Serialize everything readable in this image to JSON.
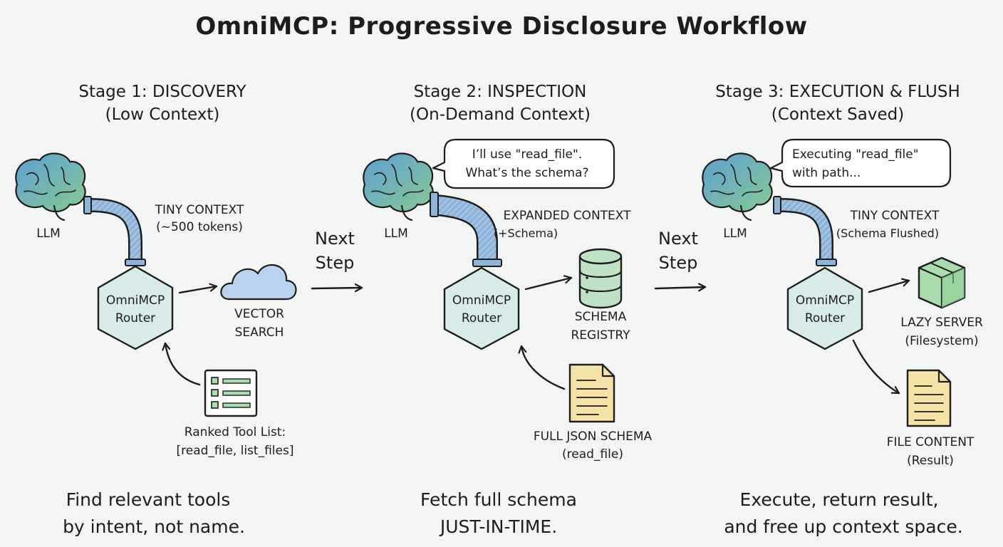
{
  "title": "OmniMCP: Progressive Disclosure Workflow",
  "transitions": [
    {
      "line1": "Next",
      "line2": "Step"
    },
    {
      "line1": "Next",
      "line2": "Step"
    }
  ],
  "stages": [
    {
      "heading": "Stage 1: DISCOVERY",
      "subheading": "(Low Context)",
      "llm_label": "LLM",
      "context_line1": "TINY CONTEXT",
      "context_line2": "(~500 tokens)",
      "router_line1": "OmniMCP",
      "router_line2": "Router",
      "target_icon": "cloud-icon",
      "target_line1": "VECTOR",
      "target_line2": "SEARCH",
      "source_icon": "checklist-icon",
      "source_line1": "Ranked Tool List:",
      "source_line2": "[read_file, list_files]",
      "caption_line1": "Find relevant tools",
      "caption_line2": "by intent, not name."
    },
    {
      "heading": "Stage 2: INSPECTION",
      "subheading": "(On-Demand Context)",
      "llm_label": "LLM",
      "speech_line1": "I’ll use \"read_file\".",
      "speech_line2": "What’s the schema?",
      "context_line1": "EXPANDED CONTEXT",
      "context_line2": "(+Schema)",
      "router_line1": "OmniMCP",
      "router_line2": "Router",
      "target_icon": "database-icon",
      "target_line1": "SCHEMA",
      "target_line2": "REGISTRY",
      "source_icon": "document-icon",
      "source_line1": "FULL JSON SCHEMA",
      "source_line2": "(read_file)",
      "caption_line1": "Fetch full schema",
      "caption_line2": "JUST-IN-TIME."
    },
    {
      "heading": "Stage 3: EXECUTION & FLUSH",
      "subheading": "(Context Saved)",
      "llm_label": "LLM",
      "speech_line1": "Executing \"read_file\"",
      "speech_line2": "with path...",
      "context_line1": "TINY CONTEXT",
      "context_line2": "(Schema Flushed)",
      "router_line1": "OmniMCP",
      "router_line2": "Router",
      "target_icon": "package-icon",
      "target_line1": "LAZY SERVER",
      "target_line2": "(Filesystem)",
      "result_icon": "document-icon",
      "result_line1": "FILE CONTENT",
      "result_line2": "(Result)",
      "caption_line1": "Execute, return result,",
      "caption_line2": "and free up context space."
    }
  ],
  "colors": {
    "background": "#f3f5f4",
    "brain_blue": "#6aa6d6",
    "brain_green": "#7fc497",
    "pipe": "#8fb4da",
    "router_fill": "#d7ece8",
    "cloud": "#b9d3ef",
    "database": "#bfe2c4",
    "document": "#f4e2a6",
    "package": "#a9dcae",
    "ink": "#1d1d1d"
  }
}
